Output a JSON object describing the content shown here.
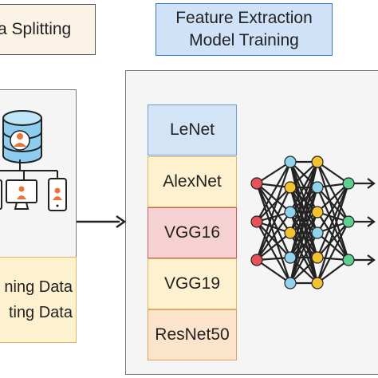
{
  "titles": {
    "left": "a Splitting",
    "right_line1": "Feature Extraction",
    "right_line2": "Model Training"
  },
  "data_box": {
    "line1": "ning Data",
    "line2": "ting Data"
  },
  "models": [
    {
      "label": "LeNet",
      "fill": "#d4e4f7",
      "stroke": "#6c9fd6"
    },
    {
      "label": "AlexNet",
      "fill": "#fdf1cf",
      "stroke": "#e0b75c"
    },
    {
      "label": "VGG16",
      "fill": "#f6d1d1",
      "stroke": "#c95b5b"
    },
    {
      "label": "VGG19",
      "fill": "#fdf1cf",
      "stroke": "#e0b75c"
    },
    {
      "label": "ResNet50",
      "fill": "#fce4cc",
      "stroke": "#e0a060"
    }
  ],
  "colors": {
    "red_node": "#e8515a",
    "blue_node": "#8fd3ec",
    "yellow_node": "#f2c230",
    "green_node": "#5cd18d",
    "db_blue": "#8ecdf0",
    "person_orange": "#e8743c"
  },
  "icons": [
    "database-icon",
    "user-icon",
    "computer-icon",
    "mobile-icon",
    "neural-network-icon",
    "arrow-icon"
  ]
}
